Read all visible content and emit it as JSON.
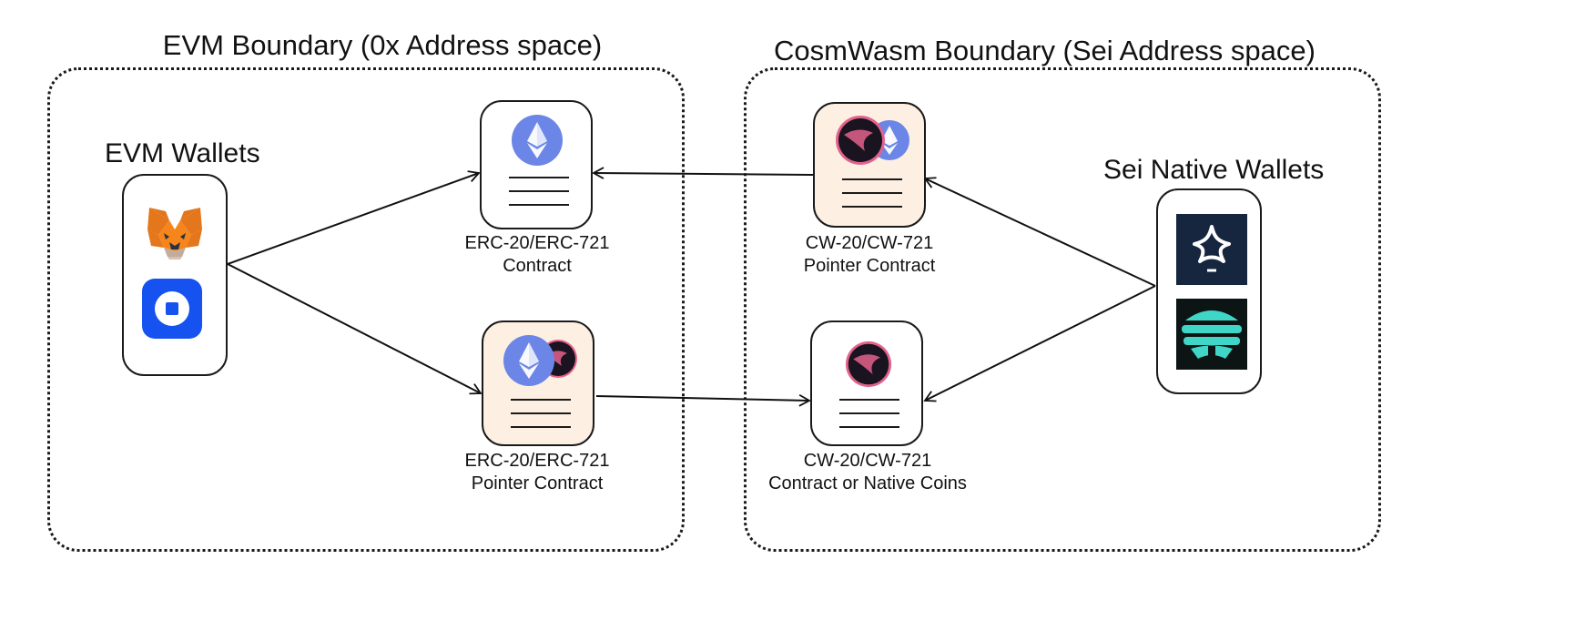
{
  "evm_boundary": {
    "title": "EVM Boundary (0x Address space)"
  },
  "cosmwasm_boundary": {
    "title": "CosmWasm Boundary (Sei Address space)"
  },
  "evm_wallets": {
    "title": "EVM Wallets",
    "icons": [
      "metamask-fox-icon",
      "coinbase-wallet-icon"
    ]
  },
  "sei_wallets": {
    "title": "Sei Native Wallets",
    "icons": [
      "compass-wallet-icon",
      "fin-wallet-icon"
    ]
  },
  "nodes": {
    "erc_contract": {
      "line1": "ERC-20/ERC-721",
      "line2": "Contract"
    },
    "erc_pointer": {
      "line1": "ERC-20/ERC-721",
      "line2": "Pointer Contract"
    },
    "cw_pointer": {
      "line1": "CW-20/CW-721",
      "line2": "Pointer Contract"
    },
    "cw_contract": {
      "line1": "CW-20/CW-721",
      "line2": "Contract or Native Coins"
    }
  },
  "colors": {
    "ethereum": "#6b86e6",
    "sei_dark": "#1a1420",
    "sei_pink": "#e3628c",
    "pointer_bg": "#fdf0e3",
    "metamask_orange": "#e8821e",
    "coinbase_blue": "#1652f0",
    "compass_bg": "#17263f",
    "fin_teal": "#3fd6c8"
  }
}
